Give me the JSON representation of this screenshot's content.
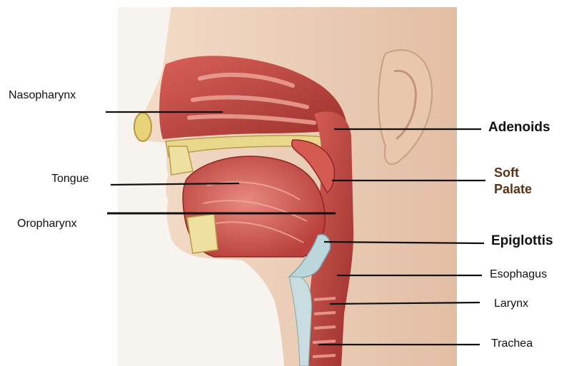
{
  "labels": {
    "nasopharynx": "Nasopharynx",
    "tongue": "Tongue",
    "oropharynx": "Oropharynx",
    "adenoids": "Adenoids",
    "soft_palate_line1": "Soft",
    "soft_palate_line2": "Palate",
    "epiglottis": "Epiglottis",
    "esophagus": "Esophagus",
    "larynx": "Larynx",
    "trachea": "Trachea"
  },
  "colors": {
    "leader_line": "#111111",
    "soft_palate_text": "#5a3214",
    "skin": "#efd3bd",
    "skin_shadow": "#d9b49a",
    "tissue": "#c9483f",
    "tissue_dark": "#8e2626",
    "tissue_light": "#e07a70",
    "bone": "#e8d78a",
    "cartilage": "#b7d3d8",
    "hair": "#6a6258"
  }
}
